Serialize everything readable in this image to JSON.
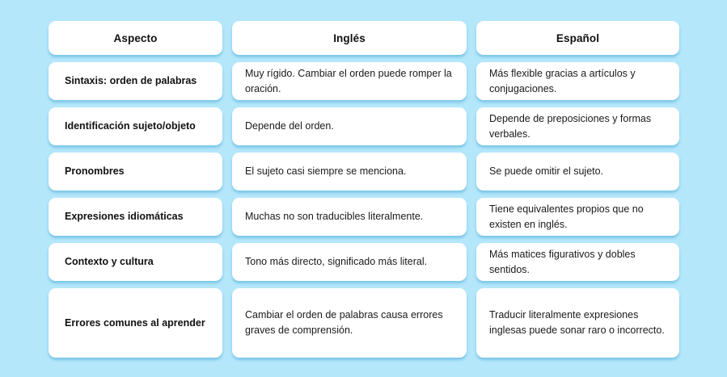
{
  "background_color": "#b5e7fb",
  "card_color": "#ffffff",
  "table": {
    "headers": [
      {
        "label": "Aspecto"
      },
      {
        "label": "Inglés"
      },
      {
        "label": "Español"
      }
    ],
    "rows": [
      {
        "aspect": "Sintaxis: orden de palabras",
        "english": "Muy rígido. Cambiar el orden puede romper la oración.",
        "spanish": "Más flexible gracias a artículos y conjugaciones."
      },
      {
        "aspect": "Identificación sujeto/objeto",
        "english": "Depende del orden.",
        "spanish": "Depende de preposiciones y formas verbales."
      },
      {
        "aspect": "Pronombres",
        "english": "El sujeto casi siempre se menciona.",
        "spanish": "Se puede omitir el sujeto."
      },
      {
        "aspect": "Expresiones idiomáticas",
        "english": "Muchas no son traducibles literalmente.",
        "spanish": "Tiene equivalentes propios que no existen en inglés."
      },
      {
        "aspect": "Contexto y cultura",
        "english": "Tono más directo, significado más literal.",
        "spanish": "Más matices figurativos y dobles sentidos."
      },
      {
        "aspect": "Errores comunes al aprender",
        "english": "Cambiar el orden de palabras causa errores graves de comprensión.",
        "spanish": "Traducir literalmente expresiones inglesas puede sonar raro o incorrecto."
      }
    ]
  }
}
